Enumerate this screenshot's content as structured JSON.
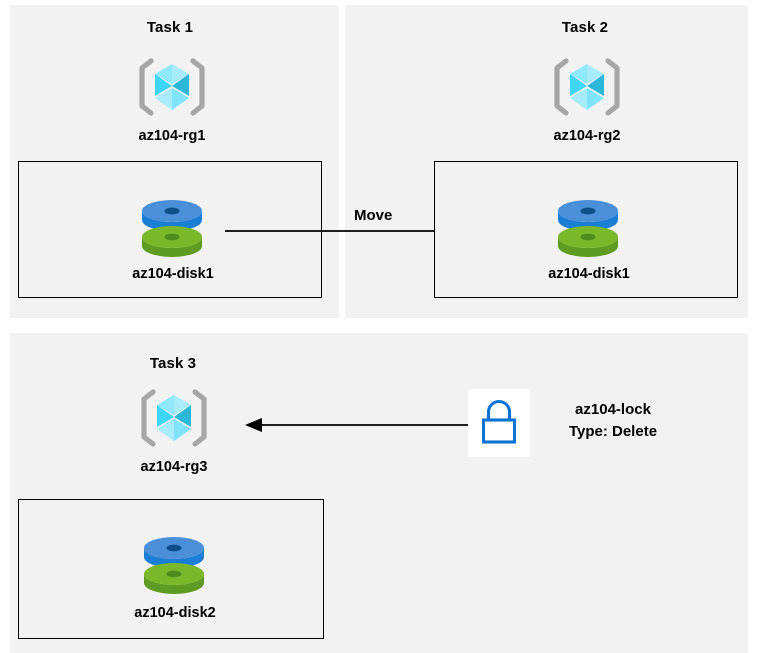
{
  "diagram": {
    "title": "Azure AZ-104 resource group tasks diagram",
    "colors": {
      "panel_background": "#f2f2f2",
      "page_background": "#ffffff",
      "box_border": "#000000",
      "arrow": "#000000",
      "text": "#000000",
      "cube_light": "#8fe9fb",
      "cube_pale": "#a8ecfb",
      "cube_bright": "#3fd6f5",
      "cube_teal": "#2ab7d8",
      "cube_bracket": "#a6a6a6",
      "disk_blue_top": "#4a8fd8",
      "disk_blue_side": "#1a7fd4",
      "disk_blue_hole": "#0d4e8c",
      "disk_green_top": "#7ab82a",
      "disk_green_side": "#5f9a22",
      "disk_green_hole": "#4f8a1c",
      "lock_outline": "#0d73d4",
      "lock_tile": "#ffffff"
    }
  },
  "tasks": [
    {
      "title": "Task 1",
      "resource_group": "az104-rg1",
      "rg_icon": "resource-group-cube-icon",
      "resource": "az104-disk1",
      "resource_icon": "managed-disk-icon"
    },
    {
      "title": "Task 2",
      "resource_group": "az104-rg2",
      "rg_icon": "resource-group-cube-icon",
      "resource": "az104-disk1",
      "resource_icon": "managed-disk-icon"
    },
    {
      "title": "Task 3",
      "resource_group": "az104-rg3",
      "rg_icon": "resource-group-cube-icon",
      "resource": "az104-disk2",
      "resource_icon": "managed-disk-icon"
    }
  ],
  "arrows": {
    "move": {
      "label": "Move",
      "direction": "right",
      "from": "az104-disk1 in az104-rg1",
      "to": "az104-disk1 in az104-rg2"
    },
    "lock": {
      "label": "",
      "direction": "left",
      "from": "az104-lock",
      "to": "az104-rg3"
    }
  },
  "lock": {
    "icon": "padlock-icon",
    "name": "az104-lock",
    "type_line": "Type: Delete"
  }
}
